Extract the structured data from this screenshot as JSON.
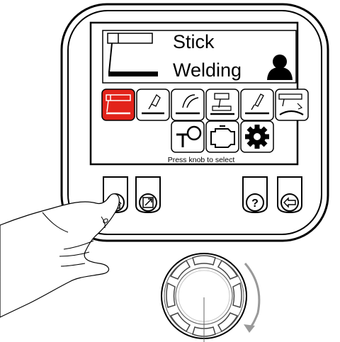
{
  "screen": {
    "title_line1": "Stick",
    "title_line2": "Welding",
    "hint": "Press knob to select",
    "user_icon": "user-icon"
  },
  "menu": {
    "selected_index": 0,
    "selected_color": "#e2231a",
    "row1": [
      {
        "icon": "stick-electrode-icon",
        "selected": true
      },
      {
        "icon": "mig-torch-icon",
        "selected": false
      },
      {
        "icon": "tig-torch-icon",
        "selected": false
      },
      {
        "icon": "flux-core-icon",
        "selected": false
      },
      {
        "icon": "spool-gun-icon",
        "selected": false
      },
      {
        "icon": "gouging-icon",
        "selected": false
      }
    ],
    "row2": [
      {
        "icon": "torch-settings-icon",
        "selected": false
      },
      {
        "icon": "engine-icon",
        "selected": false
      },
      {
        "icon": "gear-icon",
        "selected": false
      }
    ]
  },
  "buttons": {
    "home": "home-icon",
    "edit": "edit-icon",
    "help": "help-icon",
    "back": "back-icon"
  },
  "knob": {
    "rotation": "clockwise"
  }
}
